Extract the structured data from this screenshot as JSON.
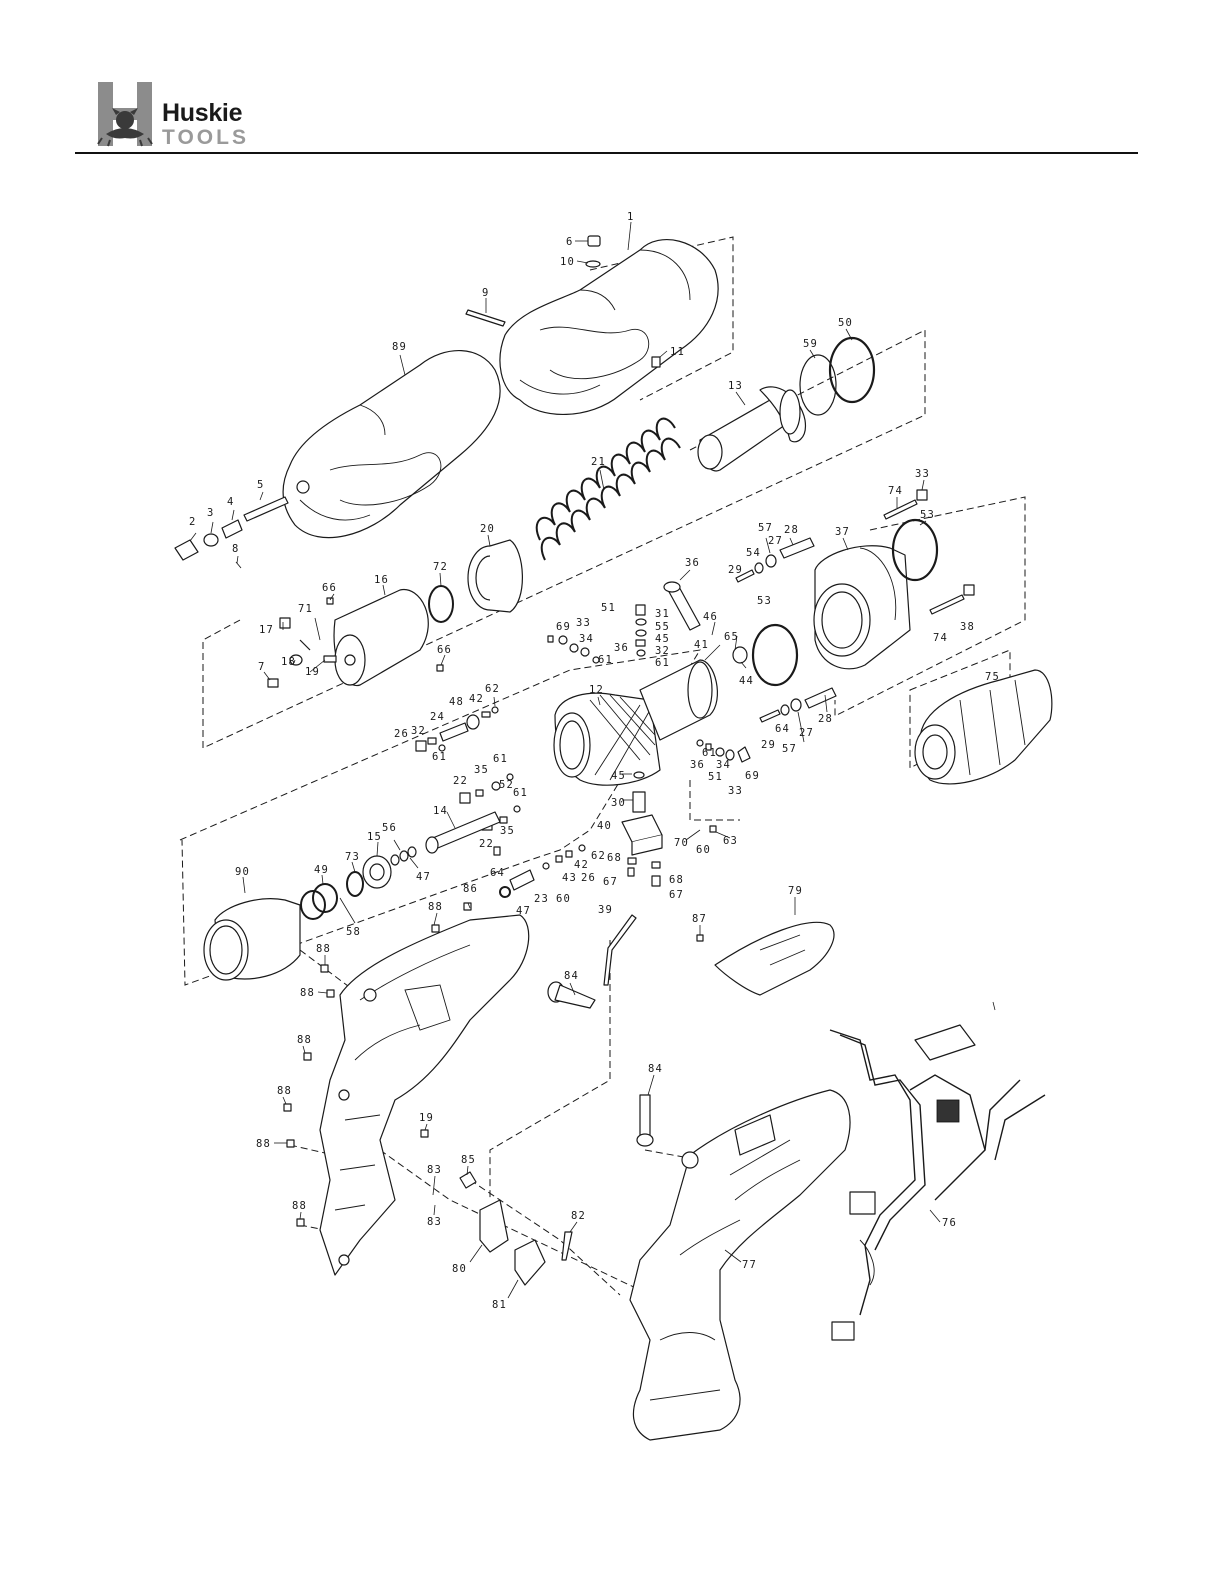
{
  "brand": {
    "name_line1": "Huskie",
    "name_line2": "TOOLS",
    "logo_letter": "H"
  },
  "callouts": [
    {
      "id": "1",
      "label": "1"
    },
    {
      "id": "6",
      "label": "6"
    },
    {
      "id": "10",
      "label": "10"
    },
    {
      "id": "9",
      "label": "9"
    },
    {
      "id": "11",
      "label": "11"
    },
    {
      "id": "89",
      "label": "89"
    },
    {
      "id": "50",
      "label": "50"
    },
    {
      "id": "59",
      "label": "59"
    },
    {
      "id": "13",
      "label": "13"
    },
    {
      "id": "21",
      "label": "21"
    },
    {
      "id": "2",
      "label": "2"
    },
    {
      "id": "3",
      "label": "3"
    },
    {
      "id": "4",
      "label": "4"
    },
    {
      "id": "5",
      "label": "5"
    },
    {
      "id": "8",
      "label": "8"
    },
    {
      "id": "33a",
      "label": "33"
    },
    {
      "id": "74a",
      "label": "74"
    },
    {
      "id": "53a",
      "label": "53"
    },
    {
      "id": "57a",
      "label": "57"
    },
    {
      "id": "28a",
      "label": "28"
    },
    {
      "id": "27a",
      "label": "27"
    },
    {
      "id": "54a",
      "label": "54"
    },
    {
      "id": "29a",
      "label": "29"
    },
    {
      "id": "37",
      "label": "37"
    },
    {
      "id": "36a",
      "label": "36"
    },
    {
      "id": "20",
      "label": "20"
    },
    {
      "id": "72",
      "label": "72"
    },
    {
      "id": "66a",
      "label": "66"
    },
    {
      "id": "16",
      "label": "16"
    },
    {
      "id": "17",
      "label": "17"
    },
    {
      "id": "71",
      "label": "71"
    },
    {
      "id": "18",
      "label": "18"
    },
    {
      "id": "19a",
      "label": "19"
    },
    {
      "id": "7",
      "label": "7"
    },
    {
      "id": "66b",
      "label": "66"
    },
    {
      "id": "69a",
      "label": "69"
    },
    {
      "id": "33b",
      "label": "33"
    },
    {
      "id": "51a",
      "label": "51"
    },
    {
      "id": "34a",
      "label": "34"
    },
    {
      "id": "36b",
      "label": "36"
    },
    {
      "id": "61a",
      "label": "61"
    },
    {
      "id": "31",
      "label": "31"
    },
    {
      "id": "55",
      "label": "55"
    },
    {
      "id": "45a",
      "label": "45"
    },
    {
      "id": "32a",
      "label": "32"
    },
    {
      "id": "61b",
      "label": "61"
    },
    {
      "id": "46",
      "label": "46"
    },
    {
      "id": "41",
      "label": "41"
    },
    {
      "id": "65",
      "label": "65"
    },
    {
      "id": "53b",
      "label": "53"
    },
    {
      "id": "44",
      "label": "44"
    },
    {
      "id": "74b",
      "label": "74"
    },
    {
      "id": "38b",
      "label": "38"
    },
    {
      "id": "75",
      "label": "75"
    },
    {
      "id": "12",
      "label": "12"
    },
    {
      "id": "62a",
      "label": "62"
    },
    {
      "id": "48",
      "label": "48"
    },
    {
      "id": "42a",
      "label": "42"
    },
    {
      "id": "24",
      "label": "24"
    },
    {
      "id": "26a",
      "label": "26"
    },
    {
      "id": "32b",
      "label": "32"
    },
    {
      "id": "61c",
      "label": "61"
    },
    {
      "id": "28b",
      "label": "28"
    },
    {
      "id": "64a",
      "label": "64"
    },
    {
      "id": "57b",
      "label": "57"
    },
    {
      "id": "27b",
      "label": "27"
    },
    {
      "id": "29b",
      "label": "29"
    },
    {
      "id": "36c",
      "label": "36"
    },
    {
      "id": "61d",
      "label": "61"
    },
    {
      "id": "34b",
      "label": "34"
    },
    {
      "id": "51b",
      "label": "51"
    },
    {
      "id": "69b",
      "label": "69"
    },
    {
      "id": "33c",
      "label": "33"
    },
    {
      "id": "22a",
      "label": "22"
    },
    {
      "id": "35a",
      "label": "35"
    },
    {
      "id": "52",
      "label": "52"
    },
    {
      "id": "61e",
      "label": "61"
    },
    {
      "id": "45b",
      "label": "45"
    },
    {
      "id": "30",
      "label": "30"
    },
    {
      "id": "14",
      "label": "14"
    },
    {
      "id": "61f",
      "label": "61"
    },
    {
      "id": "22b",
      "label": "22"
    },
    {
      "id": "35b",
      "label": "35"
    },
    {
      "id": "40",
      "label": "40"
    },
    {
      "id": "70",
      "label": "70"
    },
    {
      "id": "60a",
      "label": "60"
    },
    {
      "id": "63",
      "label": "63"
    },
    {
      "id": "56",
      "label": "56"
    },
    {
      "id": "15",
      "label": "15"
    },
    {
      "id": "73",
      "label": "73"
    },
    {
      "id": "49",
      "label": "49"
    },
    {
      "id": "47a",
      "label": "47"
    },
    {
      "id": "64b",
      "label": "64"
    },
    {
      "id": "62b",
      "label": "62"
    },
    {
      "id": "42b",
      "label": "42"
    },
    {
      "id": "43",
      "label": "43"
    },
    {
      "id": "26b",
      "label": "26"
    },
    {
      "id": "68a",
      "label": "68"
    },
    {
      "id": "68b",
      "label": "68"
    },
    {
      "id": "67a",
      "label": "67"
    },
    {
      "id": "67b",
      "label": "67"
    },
    {
      "id": "90",
      "label": "90"
    },
    {
      "id": "58",
      "label": "58"
    },
    {
      "id": "23",
      "label": "23"
    },
    {
      "id": "60b",
      "label": "60"
    },
    {
      "id": "47b",
      "label": "47"
    },
    {
      "id": "39",
      "label": "39"
    },
    {
      "id": "86",
      "label": "86"
    },
    {
      "id": "88a",
      "label": "88"
    },
    {
      "id": "79",
      "label": "79"
    },
    {
      "id": "87",
      "label": "87"
    },
    {
      "id": "88b",
      "label": "88"
    },
    {
      "id": "88c",
      "label": "88"
    },
    {
      "id": "84a",
      "label": "84"
    },
    {
      "id": "88d",
      "label": "88"
    },
    {
      "id": "88e",
      "label": "88"
    },
    {
      "id": "84b",
      "label": "84"
    },
    {
      "id": "19b",
      "label": "19"
    },
    {
      "id": "88f",
      "label": "88"
    },
    {
      "id": "85",
      "label": "85"
    },
    {
      "id": "83a",
      "label": "83"
    },
    {
      "id": "76",
      "label": "76"
    },
    {
      "id": "88g",
      "label": "88"
    },
    {
      "id": "83b",
      "label": "83"
    },
    {
      "id": "82",
      "label": "82"
    },
    {
      "id": "80",
      "label": "80"
    },
    {
      "id": "77",
      "label": "77"
    },
    {
      "id": "81",
      "label": "81"
    }
  ]
}
